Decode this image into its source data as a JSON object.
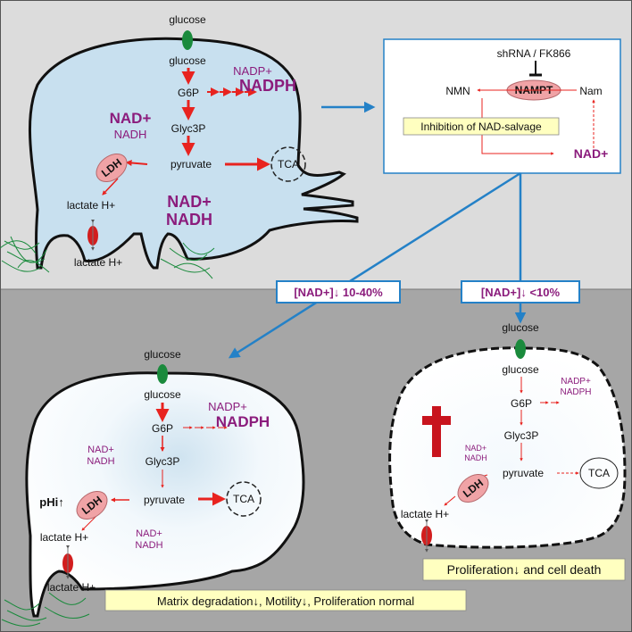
{
  "colors": {
    "top_bg": "#dcdcdc",
    "bottom_bg": "#a6a6a6",
    "cell_fill": "#c8e0ef",
    "nad_purple": "#8b1c7c",
    "arrow_red": "#e8231f",
    "arrow_blue": "#2481c7",
    "note_yellow": "#ffffc0",
    "ldh_pink": "#f0a3a6",
    "transporter_green": "#1a8a3c",
    "transporter_red": "#d21e1e",
    "cross_red": "#c8141e"
  },
  "top_cell": {
    "glucose_out": "glucose",
    "glucose_in": "glucose",
    "g6p": "G6P",
    "glyc3p": "Glyc3P",
    "pyruvate": "pyruvate",
    "tca": "TCA",
    "ldh": "LDH",
    "lactate_in": "lactate H+",
    "lactate_out": "lactate H+",
    "nadp_plus": "NADP+",
    "nadph": "NADPH",
    "nad_plus_1": "NAD+",
    "nadh_1": "NADH",
    "nad_plus_2": "NAD+",
    "nadh_2": "NADH"
  },
  "salvage_box": {
    "inhibitor": "shRNA / FK866",
    "nampt": "NAMPT",
    "nmn": "NMN",
    "nam": "Nam",
    "inhibition_label": "Inhibition of NAD-salvage",
    "nad_plus": "NAD+"
  },
  "conditions": {
    "moderate": "[NAD+]↓ 10-40%",
    "severe": "[NAD+]↓ <10%"
  },
  "left_cell": {
    "glucose_out": "glucose",
    "glucose_in": "glucose",
    "g6p": "G6P",
    "glyc3p": "Glyc3P",
    "pyruvate": "pyruvate",
    "tca": "TCA",
    "ldh": "LDH",
    "phi": "pHi↑",
    "lactate_in": "lactate H+",
    "lactate_out": "lactate H+",
    "nadp_plus": "NADP+",
    "nadph": "NADPH",
    "nad_plus_1": "NAD+",
    "nadh_1": "NADH",
    "nad_plus_2": "NAD+",
    "nadh_2": "NADH",
    "outcome": "Matrix degradation↓, Motility↓, Proliferation normal"
  },
  "right_cell": {
    "glucose_out": "glucose",
    "glucose_in": "glucose",
    "g6p": "G6P",
    "glyc3p": "Glyc3P",
    "pyruvate": "pyruvate",
    "tca": "TCA",
    "ldh": "LDH",
    "lactate_in": "lactate H+",
    "nadp_plus": "NADP+",
    "nadph": "NADPH",
    "nad_plus": "NAD+",
    "nadh": "NADH",
    "outcome": "Proliferation↓ and cell death"
  }
}
